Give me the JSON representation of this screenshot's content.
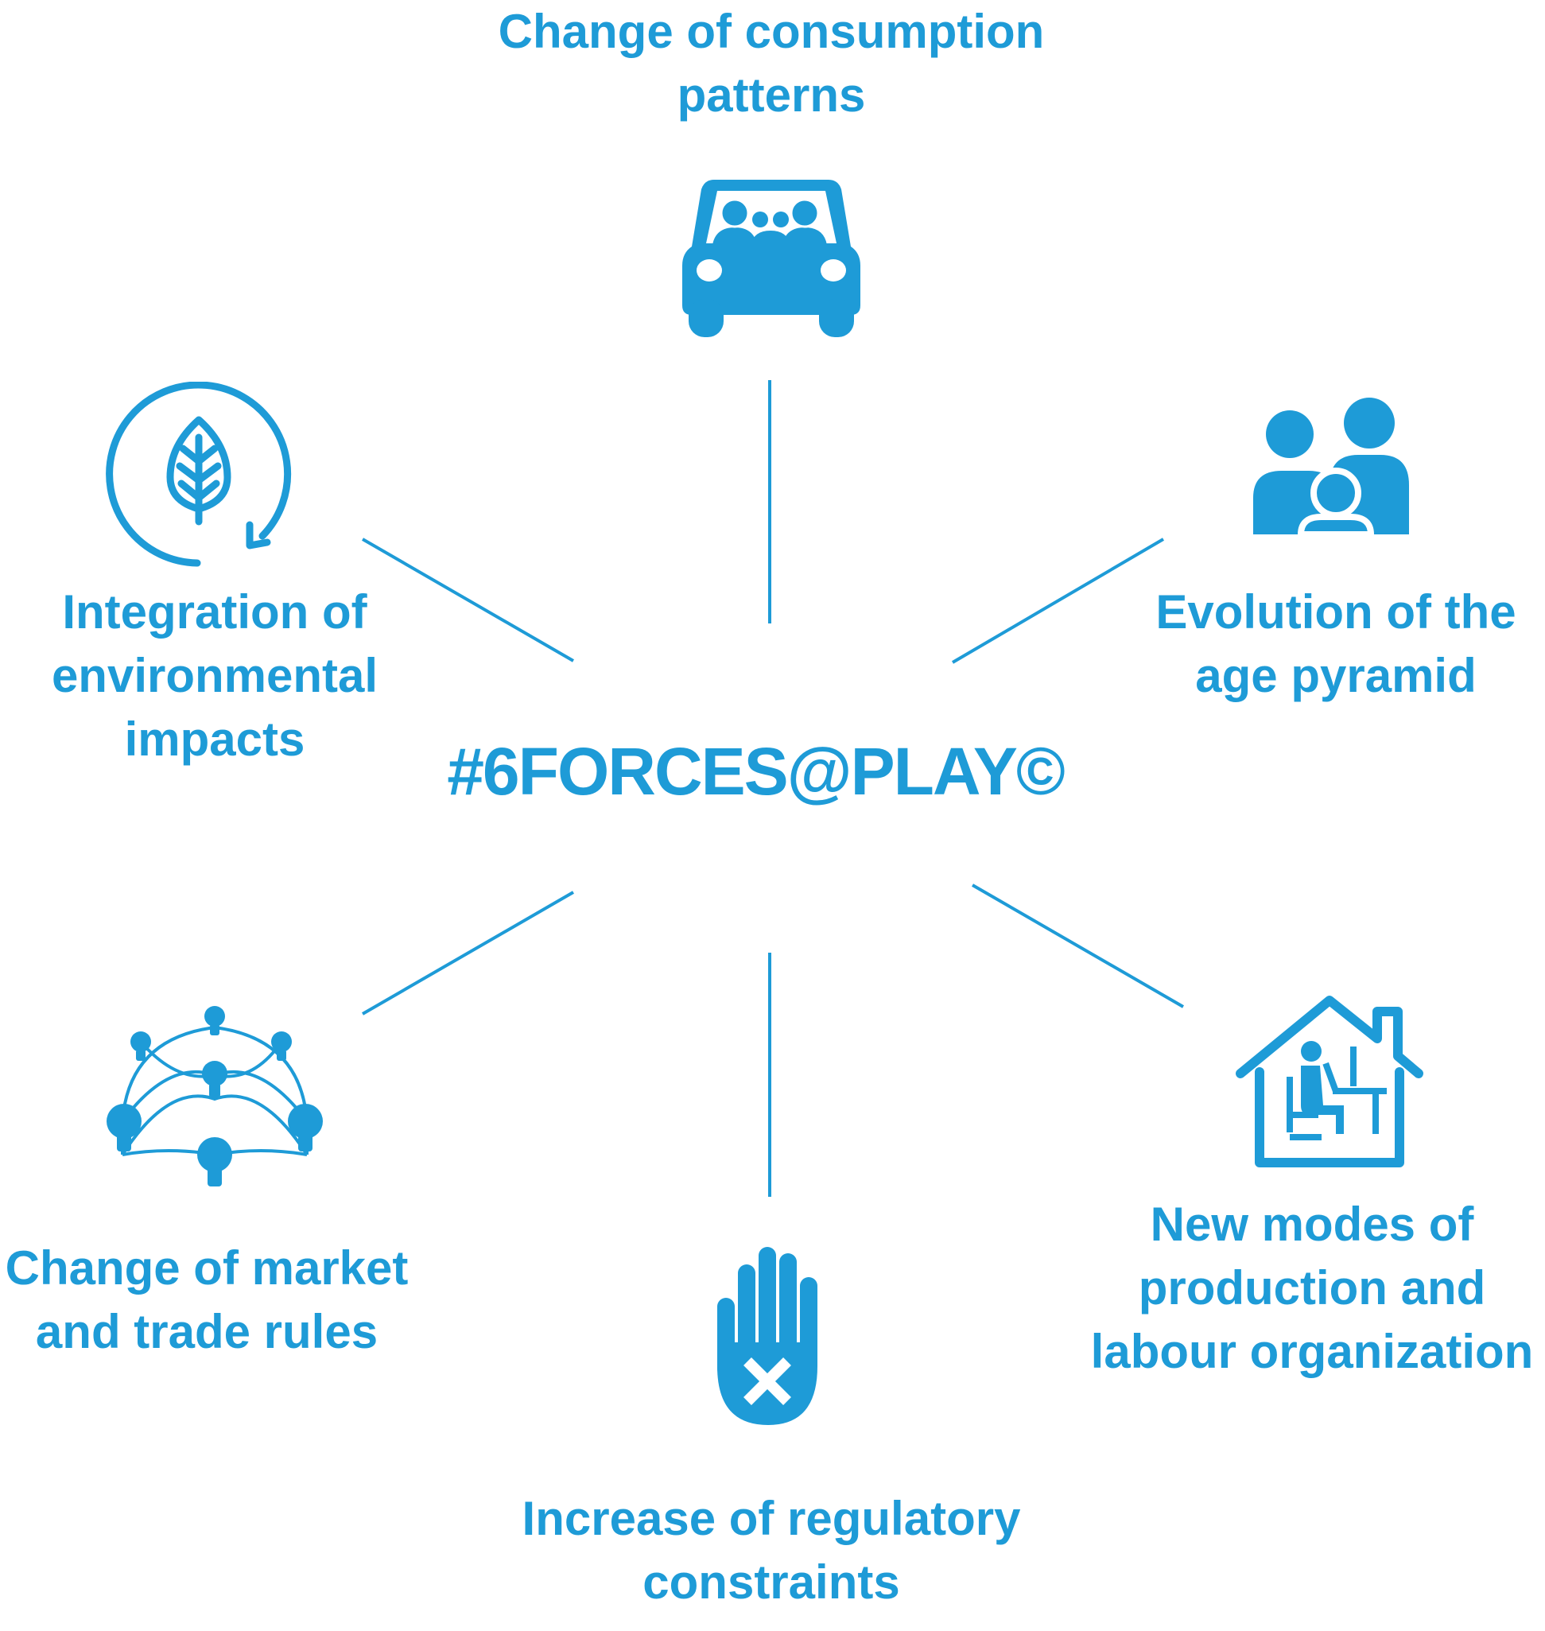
{
  "colors": {
    "accent": "#1e9bd7",
    "background": "#ffffff"
  },
  "center": {
    "title": "#6FORCES@PLAY©"
  },
  "forces": [
    {
      "id": "consumption",
      "icon": "car-with-family-icon",
      "label_lines": [
        "Change of consumption",
        "patterns"
      ]
    },
    {
      "id": "age",
      "icon": "family-icon",
      "label_lines": [
        "Evolution of the",
        "age pyramid"
      ]
    },
    {
      "id": "production",
      "icon": "home-office-icon",
      "label_lines": [
        "New modes of",
        "production and",
        "labour organization"
      ]
    },
    {
      "id": "regulatory",
      "icon": "stop-hand-icon",
      "label_lines": [
        "Increase of regulatory",
        "constraints"
      ]
    },
    {
      "id": "market",
      "icon": "lightbulb-network-icon",
      "label_lines": [
        "Change of market",
        "and trade rules"
      ]
    },
    {
      "id": "environment",
      "icon": "leaf-cycle-icon",
      "label_lines": [
        "Integration of",
        "environmental",
        "impacts"
      ]
    }
  ]
}
